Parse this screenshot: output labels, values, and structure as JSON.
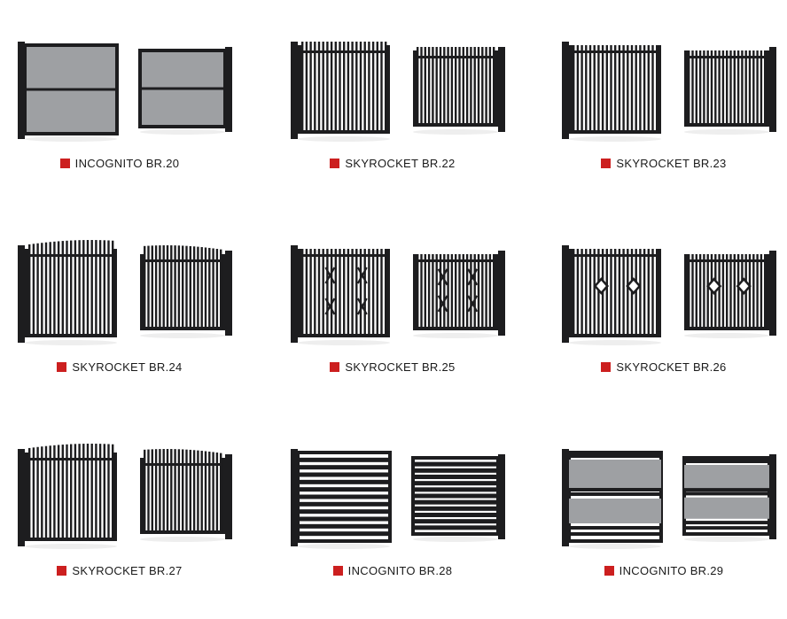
{
  "accent": "#cc1f1f",
  "frame_color": "#1d1d1f",
  "panel_color": "#9ea0a3",
  "gates": [
    {
      "name": "INCOGNITO BR.20",
      "style": "panel-2"
    },
    {
      "name": "SKYROCKET BR.22",
      "style": "bars-spike"
    },
    {
      "name": "SKYROCKET BR.23",
      "style": "bars"
    },
    {
      "name": "SKYROCKET BR.24",
      "style": "bars-arch"
    },
    {
      "name": "SKYROCKET BR.25",
      "style": "bars-x"
    },
    {
      "name": "SKYROCKET BR.26",
      "style": "bars-diamond"
    },
    {
      "name": "SKYROCKET BR.27",
      "style": "bars-arch-frame"
    },
    {
      "name": "INCOGNITO BR.28",
      "style": "horizontal"
    },
    {
      "name": "INCOGNITO BR.29",
      "style": "panel-stripes"
    }
  ]
}
